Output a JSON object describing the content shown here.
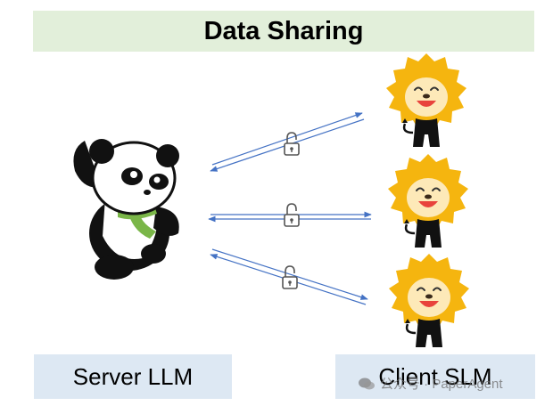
{
  "title": "Data Sharing",
  "server_label": "Server LLM",
  "client_label": "Client SLM",
  "watermark": "公众号 · PaperAgent",
  "colors": {
    "title_bg": "#e2efda",
    "label_bg": "#dde8f3",
    "arrow": "#4472c4",
    "lock": "#555555",
    "lion_mane": "#f5b50f",
    "lion_face": "#fde9b8",
    "panda_scarf": "#7ab648"
  },
  "icons": [
    "panda-mascot-icon",
    "lion-mascot-icon",
    "unlocked-padlock-icon",
    "wechat-icon"
  ]
}
